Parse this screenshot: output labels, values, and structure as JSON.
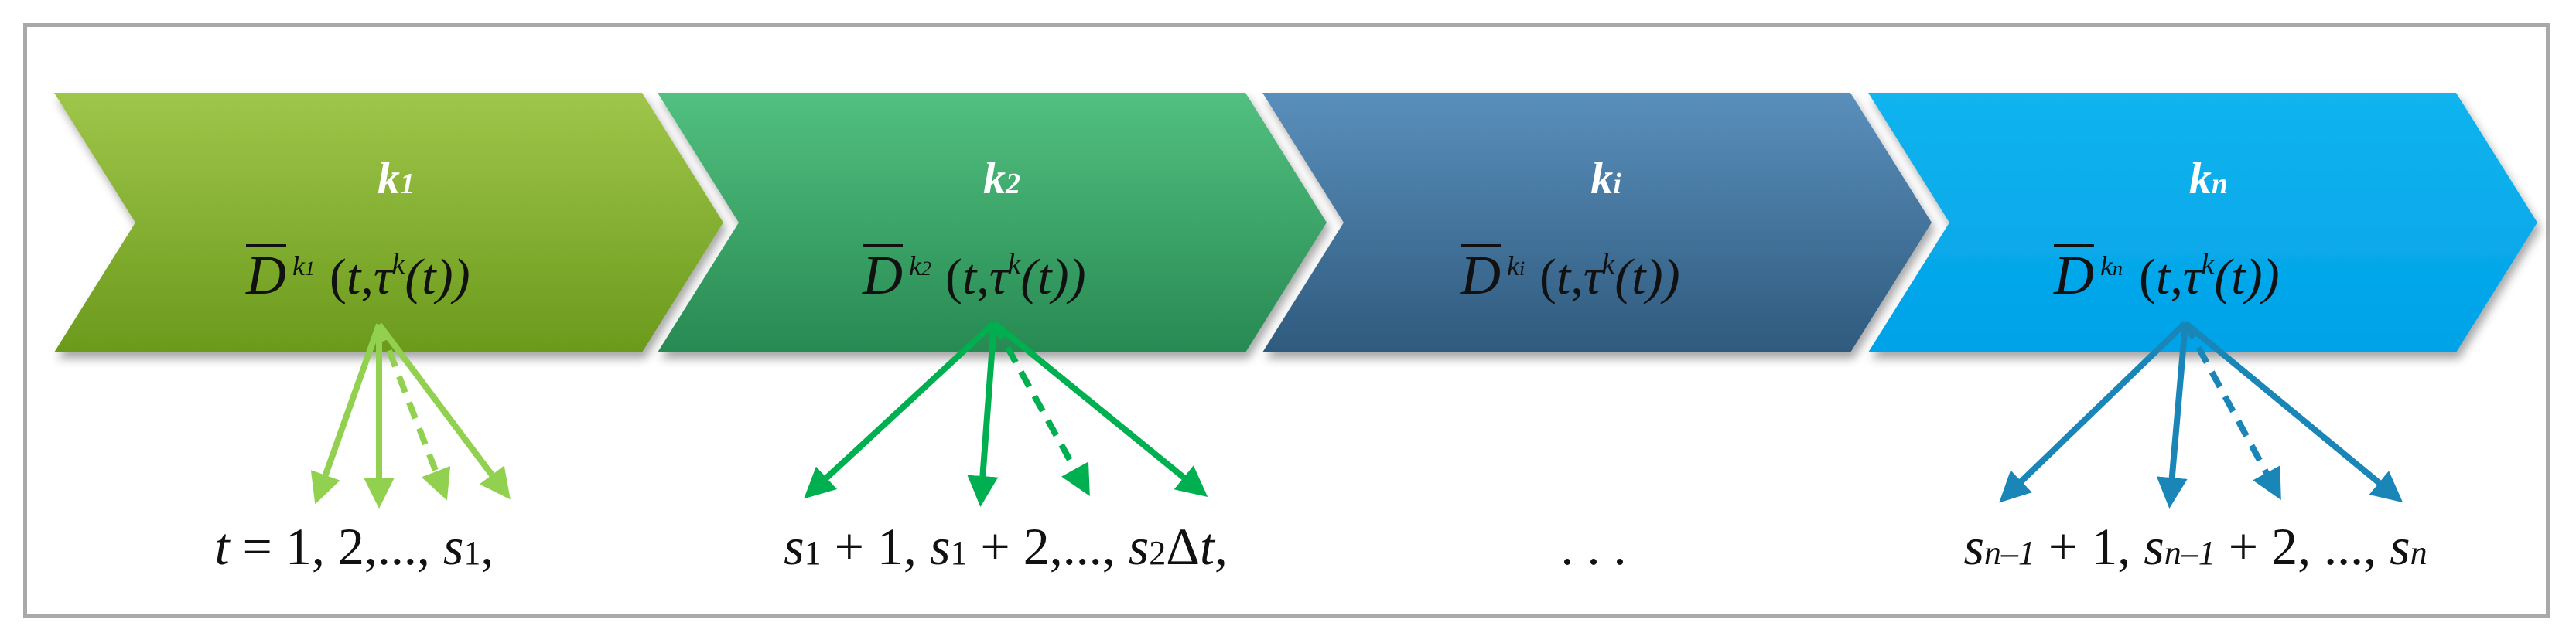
{
  "chevrons": [
    {
      "title_main": "k",
      "title_sub": "1",
      "formula_sup": "k",
      "formula_sup_sub": "1",
      "color_top": "#9fc64a",
      "color_bottom": "#6b9a1c"
    },
    {
      "title_main": "k",
      "title_sub": "2",
      "formula_sup": "k",
      "formula_sup_sub": "2",
      "color_top": "#52c080",
      "color_bottom": "#278a52"
    },
    {
      "title_main": "k",
      "title_sub": "i",
      "formula_sup": "k",
      "formula_sup_sub": "i",
      "color_top": "#5a8fbb",
      "color_bottom": "#2f5a7e"
    },
    {
      "title_main": "k",
      "title_sub": "n",
      "formula_sup": "k",
      "formula_sup_sub": "n",
      "color_top": "#12b4ee",
      "color_bottom": "#00a2e8"
    }
  ],
  "formula": {
    "symbol": "D",
    "open": "(",
    "t": "t",
    "comma": ",",
    "tau": "τ",
    "tau_sup": "k",
    "paren_t": "(t))"
  },
  "sequences": [
    {
      "parts": [
        [
          "t",
          "it"
        ],
        [
          " = 1, 2,..., ",
          ""
        ],
        [
          "s",
          "it"
        ],
        [
          "1",
          "sub"
        ],
        [
          ",",
          ""
        ]
      ]
    },
    {
      "parts": [
        [
          "s",
          "it"
        ],
        [
          "1",
          "sub"
        ],
        [
          " + 1, ",
          ""
        ],
        [
          "s",
          "it"
        ],
        [
          "1",
          "sub"
        ],
        [
          " + 2,..., ",
          ""
        ],
        [
          "s",
          "it"
        ],
        [
          "2",
          "sub"
        ],
        [
          "Δ",
          ""
        ],
        [
          "t",
          "it"
        ],
        [
          ",",
          ""
        ]
      ]
    },
    {
      "parts": [
        [
          ". . .",
          ""
        ]
      ]
    },
    {
      "parts": [
        [
          "s",
          "it"
        ],
        [
          "n–1",
          "subi"
        ],
        [
          " + 1,  ",
          ""
        ],
        [
          "s",
          "it"
        ],
        [
          "n–1",
          "subi"
        ],
        [
          " + 2, ..., ",
          ""
        ],
        [
          "s",
          "it"
        ],
        [
          "n",
          "subi"
        ]
      ]
    }
  ],
  "arrow_colors": [
    "#92d050",
    "#00b050",
    "#1a86b8"
  ]
}
